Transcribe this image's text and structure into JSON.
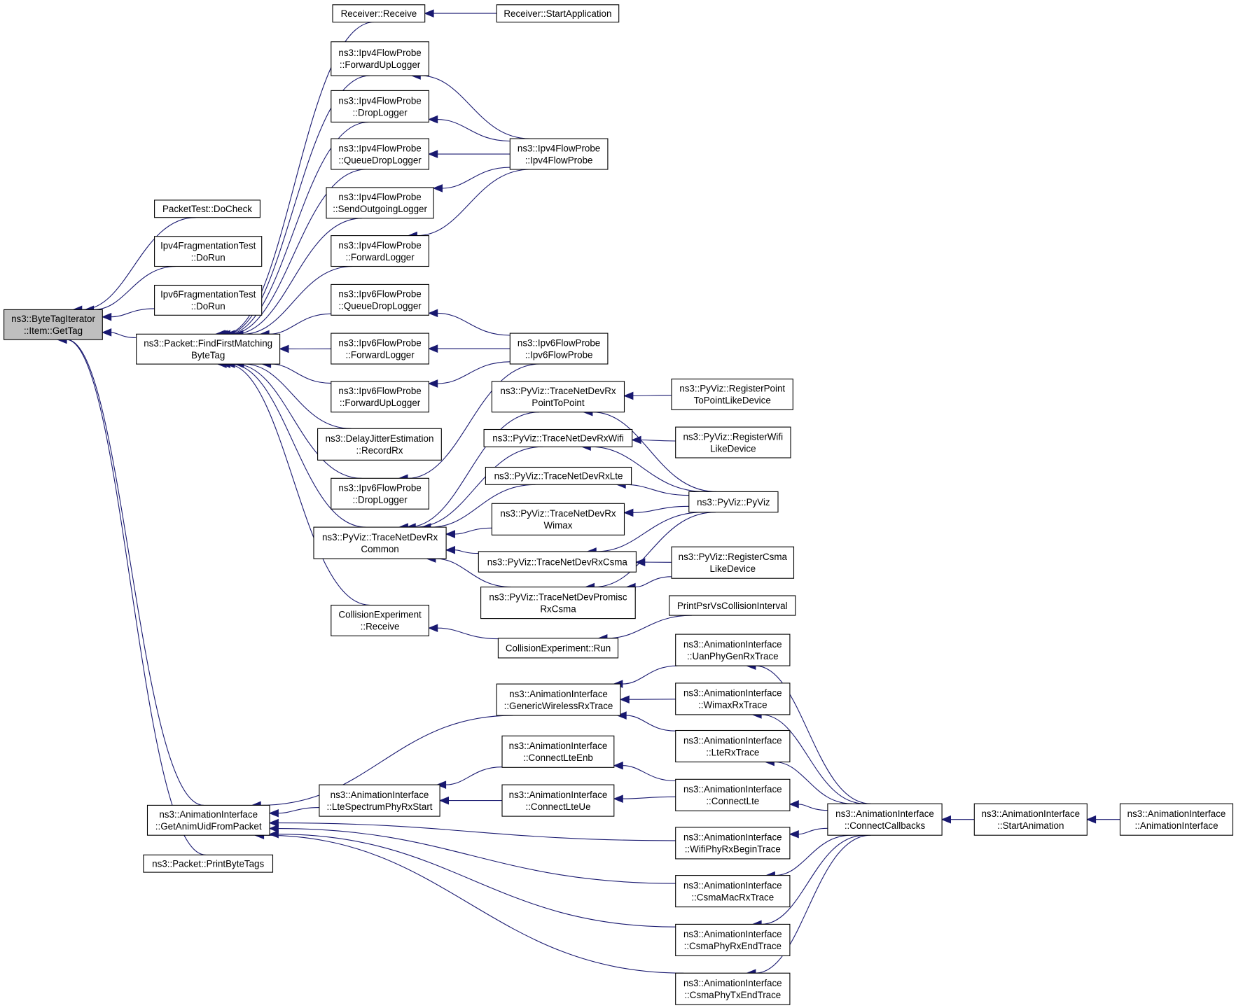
{
  "diagram": {
    "root": "root",
    "nodes": [
      {
        "id": "root",
        "lines": [
          "ns3::ByteTagIterator",
          "::Item::GetTag"
        ]
      },
      {
        "id": "packettest_docheck",
        "lines": [
          "PacketTest::DoCheck"
        ]
      },
      {
        "id": "ipv4frag_dorun",
        "lines": [
          "Ipv4FragmentationTest",
          "::DoRun"
        ]
      },
      {
        "id": "ipv6frag_dorun",
        "lines": [
          "Ipv6FragmentationTest",
          "::DoRun"
        ]
      },
      {
        "id": "findfirst",
        "lines": [
          "ns3::Packet::FindFirstMatching",
          "ByteTag"
        ]
      },
      {
        "id": "getanimuid",
        "lines": [
          "ns3::AnimationInterface",
          "::GetAnimUidFromPacket"
        ]
      },
      {
        "id": "printbytetags",
        "lines": [
          "ns3::Packet::PrintByteTags"
        ]
      },
      {
        "id": "receiver_receive",
        "lines": [
          "Receiver::Receive"
        ]
      },
      {
        "id": "ipv4_fwdup",
        "lines": [
          "ns3::Ipv4FlowProbe",
          "::ForwardUpLogger"
        ]
      },
      {
        "id": "ipv4_drop",
        "lines": [
          "ns3::Ipv4FlowProbe",
          "::DropLogger"
        ]
      },
      {
        "id": "ipv4_qdrop",
        "lines": [
          "ns3::Ipv4FlowProbe",
          "::QueueDropLogger"
        ]
      },
      {
        "id": "ipv4_sendout",
        "lines": [
          "ns3::Ipv4FlowProbe",
          "::SendOutgoingLogger"
        ]
      },
      {
        "id": "ipv4_fwd",
        "lines": [
          "ns3::Ipv4FlowProbe",
          "::ForwardLogger"
        ]
      },
      {
        "id": "ipv6_qdrop",
        "lines": [
          "ns3::Ipv6FlowProbe",
          "::QueueDropLogger"
        ]
      },
      {
        "id": "ipv6_fwd",
        "lines": [
          "ns3::Ipv6FlowProbe",
          "::ForwardLogger"
        ]
      },
      {
        "id": "ipv6_fwdup",
        "lines": [
          "ns3::Ipv6FlowProbe",
          "::ForwardUpLogger"
        ]
      },
      {
        "id": "delayjitter",
        "lines": [
          "ns3::DelayJitterEstimation",
          "::RecordRx"
        ]
      },
      {
        "id": "ipv6_drop",
        "lines": [
          "ns3::Ipv6FlowProbe",
          "::DropLogger"
        ]
      },
      {
        "id": "pyviz_common",
        "lines": [
          "ns3::PyViz::TraceNetDevRx",
          "Common"
        ]
      },
      {
        "id": "collision_receive",
        "lines": [
          "CollisionExperiment",
          "::Receive"
        ]
      },
      {
        "id": "receiver_start",
        "lines": [
          "Receiver::StartApplication"
        ]
      },
      {
        "id": "ipv4flowprobe",
        "lines": [
          "ns3::Ipv4FlowProbe",
          "::Ipv4FlowProbe"
        ]
      },
      {
        "id": "ipv6flowprobe",
        "lines": [
          "ns3::Ipv6FlowProbe",
          "::Ipv6FlowProbe"
        ]
      },
      {
        "id": "pyviz_p2p",
        "lines": [
          "ns3::PyViz::TraceNetDevRx",
          "PointToPoint"
        ]
      },
      {
        "id": "pyviz_wifi",
        "lines": [
          "ns3::PyViz::TraceNetDevRxWifi"
        ]
      },
      {
        "id": "pyviz_lte",
        "lines": [
          "ns3::PyViz::TraceNetDevRxLte"
        ]
      },
      {
        "id": "pyviz_wimax",
        "lines": [
          "ns3::PyViz::TraceNetDevRx",
          "Wimax"
        ]
      },
      {
        "id": "pyviz_csma",
        "lines": [
          "ns3::PyViz::TraceNetDevRxCsma"
        ]
      },
      {
        "id": "pyviz_promisc",
        "lines": [
          "ns3::PyViz::TraceNetDevPromisc",
          "RxCsma"
        ]
      },
      {
        "id": "reg_p2p",
        "lines": [
          "ns3::PyViz::RegisterPoint",
          "ToPointLikeDevice"
        ]
      },
      {
        "id": "reg_wifi",
        "lines": [
          "ns3::PyViz::RegisterWifi",
          "LikeDevice"
        ]
      },
      {
        "id": "pyviz_pyviz",
        "lines": [
          "ns3::PyViz::PyViz"
        ]
      },
      {
        "id": "reg_csma",
        "lines": [
          "ns3::PyViz::RegisterCsma",
          "LikeDevice"
        ]
      },
      {
        "id": "collision_run",
        "lines": [
          "CollisionExperiment::Run"
        ]
      },
      {
        "id": "printpsr",
        "lines": [
          "PrintPsrVsCollisionInterval"
        ]
      },
      {
        "id": "generic_wireless",
        "lines": [
          "ns3::AnimationInterface",
          "::GenericWirelessRxTrace"
        ]
      },
      {
        "id": "ltespectrum",
        "lines": [
          "ns3::AnimationInterface",
          "::LteSpectrumPhyRxStart"
        ]
      },
      {
        "id": "connectlteenb",
        "lines": [
          "ns3::AnimationInterface",
          "::ConnectLteEnb"
        ]
      },
      {
        "id": "connectlteue",
        "lines": [
          "ns3::AnimationInterface",
          "::ConnectLteUe"
        ]
      },
      {
        "id": "uanphy",
        "lines": [
          "ns3::AnimationInterface",
          "::UanPhyGenRxTrace"
        ]
      },
      {
        "id": "wimaxrx",
        "lines": [
          "ns3::AnimationInterface",
          "::WimaxRxTrace"
        ]
      },
      {
        "id": "lterx",
        "lines": [
          "ns3::AnimationInterface",
          "::LteRxTrace"
        ]
      },
      {
        "id": "connectlte",
        "lines": [
          "ns3::AnimationInterface",
          "::ConnectLte"
        ]
      },
      {
        "id": "wifiphy",
        "lines": [
          "ns3::AnimationInterface",
          "::WifiPhyRxBeginTrace"
        ]
      },
      {
        "id": "csmamac",
        "lines": [
          "ns3::AnimationInterface",
          "::CsmaMacRxTrace"
        ]
      },
      {
        "id": "csmaphyrx",
        "lines": [
          "ns3::AnimationInterface",
          "::CsmaPhyRxEndTrace"
        ]
      },
      {
        "id": "csmaphytx",
        "lines": [
          "ns3::AnimationInterface",
          "::CsmaPhyTxEndTrace"
        ]
      },
      {
        "id": "connectcallbacks",
        "lines": [
          "ns3::AnimationInterface",
          "::ConnectCallbacks"
        ]
      },
      {
        "id": "startanimation",
        "lines": [
          "ns3::AnimationInterface",
          "::StartAnimation"
        ]
      },
      {
        "id": "animinterface",
        "lines": [
          "ns3::AnimationInterface",
          "::AnimationInterface"
        ]
      }
    ],
    "edges": [
      [
        "packettest_docheck",
        "root"
      ],
      [
        "ipv4frag_dorun",
        "root"
      ],
      [
        "ipv6frag_dorun",
        "root"
      ],
      [
        "findfirst",
        "root"
      ],
      [
        "getanimuid",
        "root"
      ],
      [
        "printbytetags",
        "root"
      ],
      [
        "receiver_receive",
        "findfirst"
      ],
      [
        "ipv4_fwdup",
        "findfirst"
      ],
      [
        "ipv4_drop",
        "findfirst"
      ],
      [
        "ipv4_qdrop",
        "findfirst"
      ],
      [
        "ipv4_sendout",
        "findfirst"
      ],
      [
        "ipv4_fwd",
        "findfirst"
      ],
      [
        "ipv6_qdrop",
        "findfirst"
      ],
      [
        "ipv6_fwd",
        "findfirst"
      ],
      [
        "ipv6_fwdup",
        "findfirst"
      ],
      [
        "delayjitter",
        "findfirst"
      ],
      [
        "ipv6_drop",
        "findfirst"
      ],
      [
        "pyviz_common",
        "findfirst"
      ],
      [
        "collision_receive",
        "findfirst"
      ],
      [
        "receiver_start",
        "receiver_receive"
      ],
      [
        "ipv4flowprobe",
        "ipv4_fwdup"
      ],
      [
        "ipv4flowprobe",
        "ipv4_drop"
      ],
      [
        "ipv4flowprobe",
        "ipv4_qdrop"
      ],
      [
        "ipv4flowprobe",
        "ipv4_sendout"
      ],
      [
        "ipv4flowprobe",
        "ipv4_fwd"
      ],
      [
        "ipv6flowprobe",
        "ipv6_qdrop"
      ],
      [
        "ipv6flowprobe",
        "ipv6_fwd"
      ],
      [
        "ipv6flowprobe",
        "ipv6_fwdup"
      ],
      [
        "ipv6flowprobe",
        "ipv6_drop"
      ],
      [
        "pyviz_p2p",
        "pyviz_common"
      ],
      [
        "pyviz_wifi",
        "pyviz_common"
      ],
      [
        "pyviz_lte",
        "pyviz_common"
      ],
      [
        "pyviz_wimax",
        "pyviz_common"
      ],
      [
        "pyviz_csma",
        "pyviz_common"
      ],
      [
        "pyviz_promisc",
        "pyviz_common"
      ],
      [
        "reg_p2p",
        "pyviz_p2p"
      ],
      [
        "reg_wifi",
        "pyviz_wifi"
      ],
      [
        "pyviz_pyviz",
        "pyviz_p2p"
      ],
      [
        "pyviz_pyviz",
        "pyviz_wifi"
      ],
      [
        "pyviz_pyviz",
        "pyviz_lte"
      ],
      [
        "pyviz_pyviz",
        "pyviz_wimax"
      ],
      [
        "pyviz_pyviz",
        "pyviz_csma"
      ],
      [
        "pyviz_pyviz",
        "pyviz_promisc"
      ],
      [
        "reg_csma",
        "pyviz_csma"
      ],
      [
        "reg_csma",
        "pyviz_promisc"
      ],
      [
        "collision_run",
        "collision_receive"
      ],
      [
        "printpsr",
        "collision_run"
      ],
      [
        "generic_wireless",
        "getanimuid"
      ],
      [
        "ltespectrum",
        "getanimuid"
      ],
      [
        "wifiphy",
        "getanimuid"
      ],
      [
        "csmamac",
        "getanimuid"
      ],
      [
        "csmaphyrx",
        "getanimuid"
      ],
      [
        "csmaphytx",
        "getanimuid"
      ],
      [
        "uanphy",
        "generic_wireless"
      ],
      [
        "wimaxrx",
        "generic_wireless"
      ],
      [
        "lterx",
        "generic_wireless"
      ],
      [
        "connectlteenb",
        "ltespectrum"
      ],
      [
        "connectlteue",
        "ltespectrum"
      ],
      [
        "connectlte",
        "connectlteenb"
      ],
      [
        "connectlte",
        "connectlteue"
      ],
      [
        "connectcallbacks",
        "uanphy"
      ],
      [
        "connectcallbacks",
        "wimaxrx"
      ],
      [
        "connectcallbacks",
        "lterx"
      ],
      [
        "connectcallbacks",
        "connectlte"
      ],
      [
        "connectcallbacks",
        "wifiphy"
      ],
      [
        "connectcallbacks",
        "csmamac"
      ],
      [
        "connectcallbacks",
        "csmaphyrx"
      ],
      [
        "connectcallbacks",
        "csmaphytx"
      ],
      [
        "startanimation",
        "connectcallbacks"
      ],
      [
        "animinterface",
        "startanimation"
      ]
    ]
  }
}
